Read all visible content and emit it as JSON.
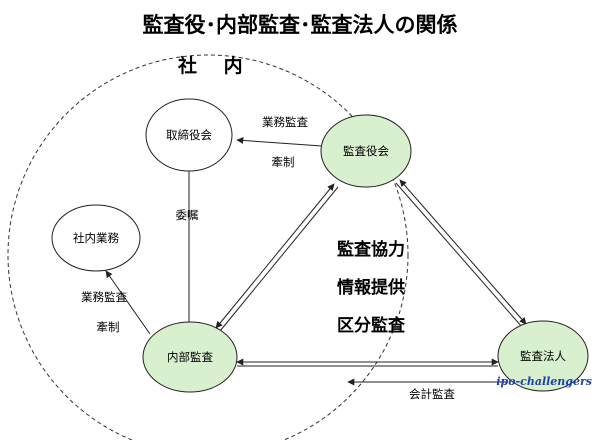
{
  "title": "監査役･内部監査･監査法人の関係",
  "region_label": "社 内",
  "colors": {
    "green_node": "#d9f0cf",
    "white_node": "#ffffff",
    "stroke": "#222222",
    "watermark": "#1f3fa8"
  },
  "nodes": {
    "board": "取締役会",
    "auditors": "監査役会",
    "internal_business": "社内業務",
    "internal_audit": "内部監査",
    "audit_firm": "監査法人"
  },
  "edges": {
    "auditors_to_board_top": "業務監査",
    "auditors_to_board_bottom": "牽制",
    "board_to_internal_audit": "委嘱",
    "internal_audit_to_business_top": "業務監査",
    "internal_audit_to_business_bottom": "牽制",
    "audit_firm_to_inside": "会計監査"
  },
  "center_labels": [
    "監査協力",
    "情報提供",
    "区分監査"
  ],
  "watermark": "ipo-challengers"
}
